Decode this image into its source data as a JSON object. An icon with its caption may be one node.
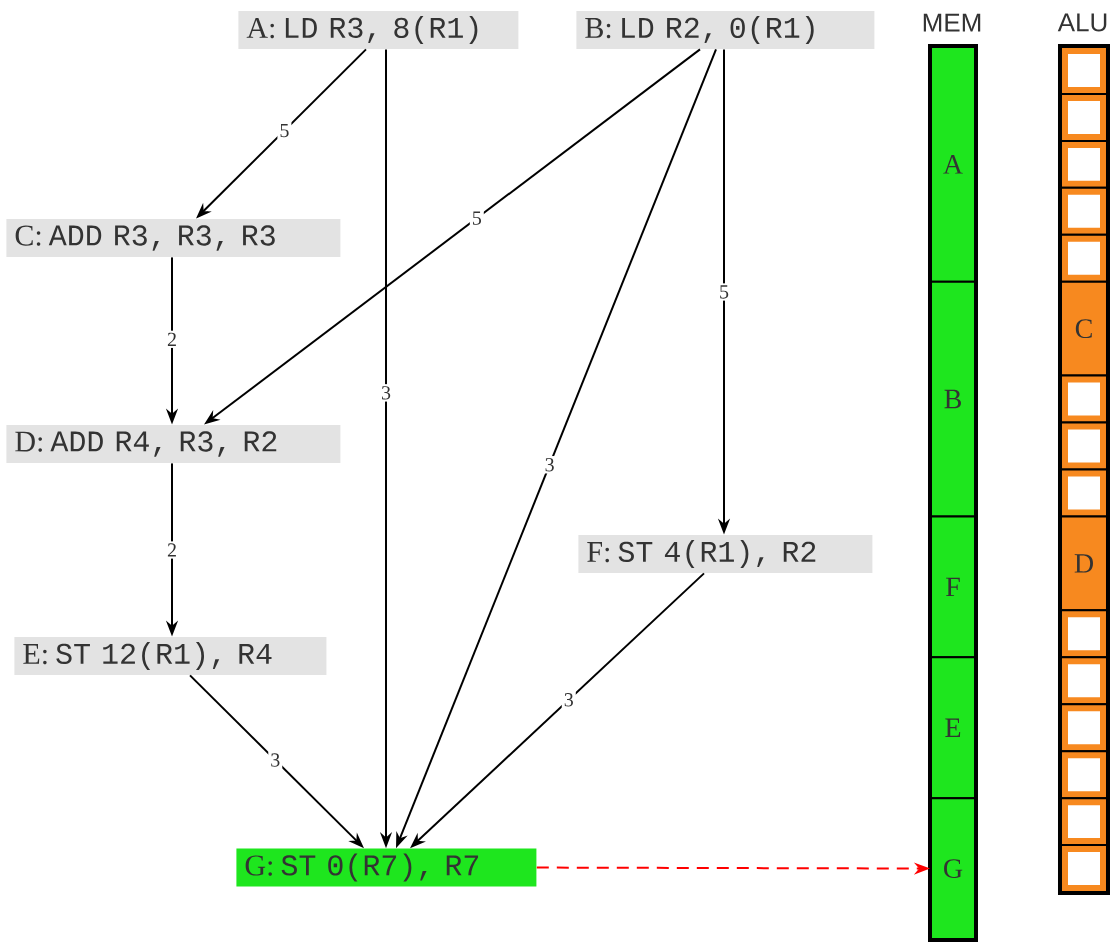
{
  "diagram": {
    "nodes": [
      {
        "text": [
          "A:",
          "LD R3, 8(R1)"
        ]
      },
      {
        "text": [
          "B:",
          "LD R2, 0(R1)"
        ]
      },
      {
        "text": [
          "C:",
          "ADD R3, R3, R3"
        ]
      },
      {
        "text": [
          "D:",
          "ADD R4, R3, R2"
        ]
      },
      {
        "text": [
          "F:",
          "ST 4(R1), R2"
        ]
      },
      {
        "text": [
          "E:",
          "ST 12(R1), R4"
        ]
      },
      {
        "text": [
          "G:",
          "ST 0(R7), R7"
        ]
      },
      {
        "text": [
          "MEM"
        ]
      },
      {
        "text": [
          "A"
        ],
        "in": 7
      },
      {
        "text": [
          "B"
        ],
        "in": 7
      },
      {
        "text": [
          "F"
        ],
        "in": 7
      },
      {
        "text": [
          "E"
        ],
        "in": 7
      },
      {
        "text": [
          "G"
        ],
        "in": 7
      },
      {
        "text": [
          "ALU"
        ]
      },
      {
        "text": [],
        "shape": "box",
        "in": 13
      },
      {
        "text": [],
        "shape": "box",
        "in": 13
      },
      {
        "text": [],
        "shape": "box",
        "in": 13
      },
      {
        "text": [],
        "shape": "box",
        "in": 13
      },
      {
        "text": [],
        "shape": "box",
        "in": 13
      },
      {
        "text": [
          "C"
        ],
        "in": 13
      },
      {
        "text": [],
        "shape": "box",
        "in": 13
      },
      {
        "text": [],
        "shape": "box",
        "in": 13
      },
      {
        "text": [],
        "shape": "box",
        "in": 13
      },
      {
        "text": [
          "D"
        ],
        "in": 13
      },
      {
        "text": [],
        "shape": "box",
        "in": 13
      },
      {
        "text": [],
        "shape": "box",
        "in": 13
      },
      {
        "text": [],
        "shape": "box",
        "in": 13
      },
      {
        "text": [],
        "shape": "box",
        "in": 13
      },
      {
        "text": [],
        "shape": "box",
        "in": 13
      },
      {
        "text": [],
        "shape": "box",
        "in": 13
      }
    ],
    "edges": [
      {
        "from": 0,
        "to": 2,
        "arrow": "to",
        "label": "5"
      },
      {
        "from": 0,
        "to": 6,
        "arrow": "to",
        "label": "3"
      },
      {
        "from": 1,
        "to": 3,
        "arrow": "to",
        "label": "5"
      },
      {
        "from": 1,
        "to": 6,
        "arrow": "to",
        "label": "3"
      },
      {
        "from": 1,
        "to": 4,
        "arrow": "to",
        "label": "5"
      },
      {
        "from": 2,
        "to": 3,
        "arrow": "to",
        "label": "2"
      },
      {
        "from": 3,
        "to": 5,
        "arrow": "to",
        "label": "2"
      },
      {
        "from": 5,
        "to": 6,
        "arrow": "to",
        "label": "3"
      },
      {
        "from": 4,
        "to": 6,
        "arrow": "to",
        "label": "3"
      },
      {
        "from": 6,
        "to": 12,
        "arrow": "to",
        "style": "dashed",
        "color": "#ff0000"
      }
    ]
  }
}
